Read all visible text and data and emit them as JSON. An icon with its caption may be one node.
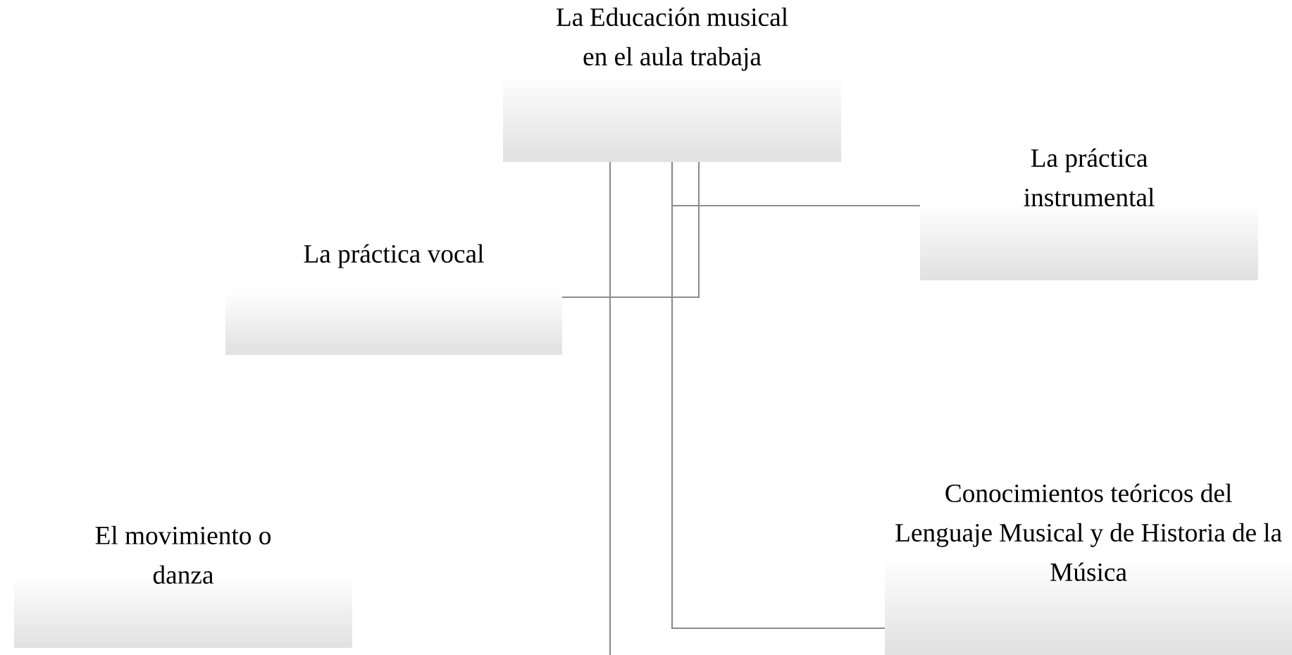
{
  "diagram": {
    "nodes": [
      {
        "text": [
          "La Educación musical en el aula trabaja"
        ]
      },
      {
        "text": [
          "La práctica instrumental"
        ]
      },
      {
        "text": [
          "La práctica vocal"
        ]
      },
      {
        "text": [
          "Conocimientos teóricos del Lenguaje Musical y de Historia de la Música"
        ]
      },
      {
        "text": [
          "El movimiento o danza"
        ]
      }
    ],
    "edges": [
      {
        "from": 0,
        "to": 1,
        "arrow": "none"
      },
      {
        "from": 0,
        "to": 2,
        "arrow": "none"
      },
      {
        "from": 0,
        "to": 3,
        "arrow": "none"
      },
      {
        "from": 0,
        "to": null,
        "arrow": "none"
      }
    ]
  }
}
